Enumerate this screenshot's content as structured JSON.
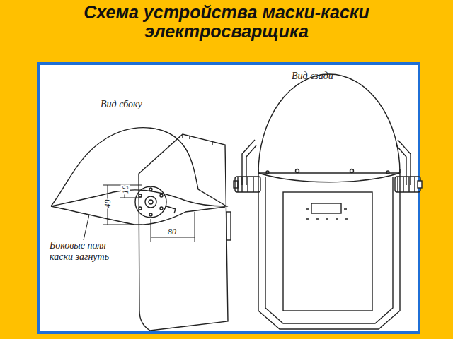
{
  "diagram": {
    "title": "Схема устройства маски-каски электросварщика",
    "labels": [
      "Вид сбоку",
      "Вид сзади",
      "40",
      "10",
      "80",
      "Боковые поля каски загнуть"
    ]
  }
}
